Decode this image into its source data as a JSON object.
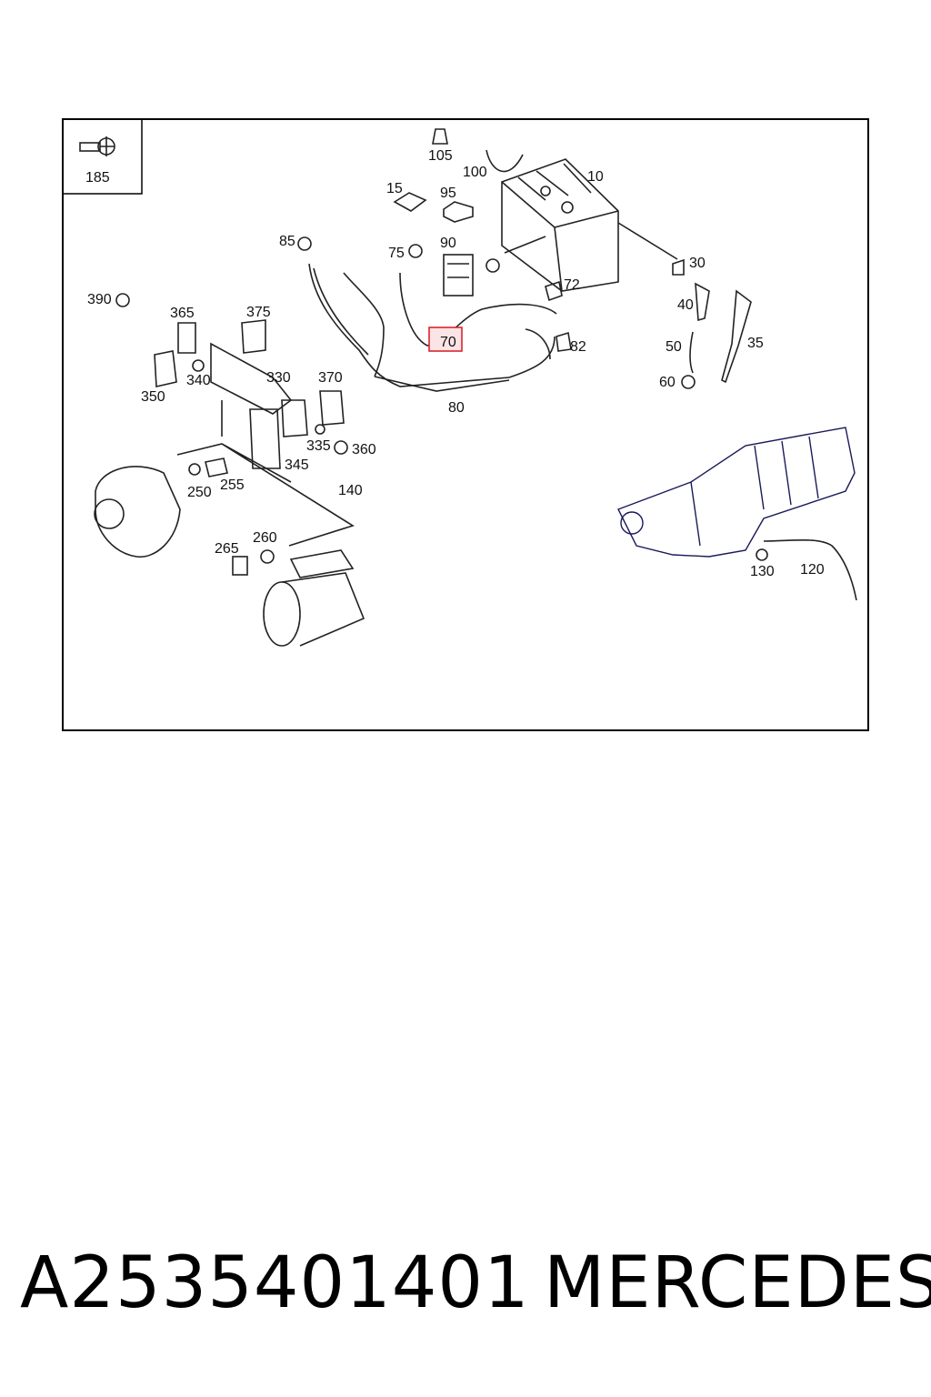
{
  "diagram": {
    "inset_label": "185",
    "highlight": {
      "label": "70",
      "color": "#d9262c",
      "fill": "#fbe4e6"
    },
    "callouts": [
      "105",
      "100",
      "10",
      "15",
      "95",
      "85",
      "75",
      "90",
      "30",
      "72",
      "390",
      "365",
      "375",
      "40",
      "70",
      "82",
      "50",
      "35",
      "340",
      "330",
      "370",
      "350",
      "60",
      "80",
      "335",
      "360",
      "345",
      "140",
      "250",
      "255",
      "260",
      "265",
      "130",
      "120"
    ]
  },
  "footer": {
    "part_number": "A2535401401",
    "brand": "MERCEDES"
  }
}
